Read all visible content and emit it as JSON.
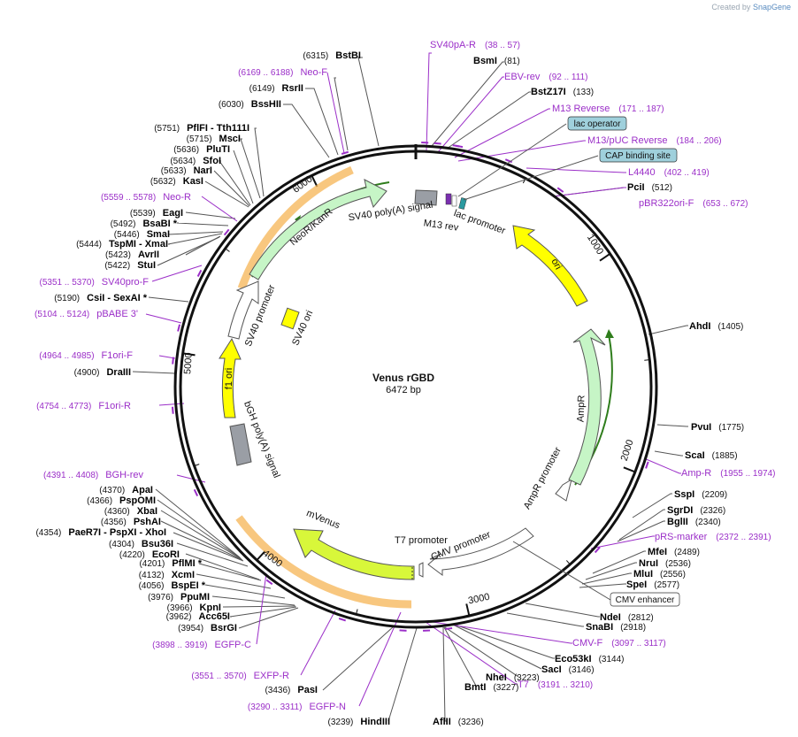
{
  "credit": {
    "prefix": "Created by",
    "brand": "SnapGene"
  },
  "map": {
    "name": "Venus rGBD",
    "length_label": "6472 bp",
    "length": 6472
  },
  "ticks": [
    "1000",
    "2000",
    "3000",
    "4000",
    "5000",
    "6000"
  ],
  "sites": [
    {
      "name": "BstBI",
      "pos": "(6315)",
      "side": "left",
      "num_first": true
    },
    {
      "name": "BsmI",
      "pos": "(81)",
      "side": "right"
    },
    {
      "name": "BstZ17I",
      "pos": "(133)",
      "side": "right"
    },
    {
      "name": "RsrII",
      "pos": "(6149)",
      "side": "left",
      "num_first": true
    },
    {
      "name": "BssHII",
      "pos": "(6030)",
      "side": "left",
      "num_first": true
    },
    {
      "name": "PflFI - Tth111I",
      "pos": "(5751)",
      "side": "left",
      "num_first": true
    },
    {
      "name": "MscI",
      "pos": "(5715)",
      "side": "left",
      "num_first": true
    },
    {
      "name": "PluTI",
      "pos": "(5636)",
      "side": "left",
      "num_first": true
    },
    {
      "name": "SfoI",
      "pos": "(5634)",
      "side": "left",
      "num_first": true
    },
    {
      "name": "NarI",
      "pos": "(5633)",
      "side": "left",
      "num_first": true
    },
    {
      "name": "KasI",
      "pos": "(5632)",
      "side": "left",
      "num_first": true
    },
    {
      "name": "EagI",
      "pos": "(5539)",
      "side": "left",
      "num_first": true
    },
    {
      "name": "BsaBI *",
      "pos": "(5492)",
      "side": "left",
      "num_first": true
    },
    {
      "name": "SmaI",
      "pos": "(5446)",
      "side": "left",
      "num_first": true
    },
    {
      "name": "TspMI - XmaI",
      "pos": "(5444)",
      "side": "left",
      "num_first": true
    },
    {
      "name": "AvrII",
      "pos": "(5423)",
      "side": "left",
      "num_first": true
    },
    {
      "name": "StuI",
      "pos": "(5422)",
      "side": "left",
      "num_first": true
    },
    {
      "name": "CsiI - SexAI *",
      "pos": "(5190)",
      "side": "left",
      "num_first": true
    },
    {
      "name": "DraIII",
      "pos": "(4900)",
      "side": "left",
      "num_first": true
    },
    {
      "name": "PciI",
      "pos": "(512)",
      "side": "right"
    },
    {
      "name": "AhdI",
      "pos": "(1405)",
      "side": "right"
    },
    {
      "name": "PvuI",
      "pos": "(1775)",
      "side": "right"
    },
    {
      "name": "ScaI",
      "pos": "(1885)",
      "side": "right"
    },
    {
      "name": "SspI",
      "pos": "(2209)",
      "side": "right"
    },
    {
      "name": "SgrDI",
      "pos": "(2326)",
      "side": "right"
    },
    {
      "name": "BglII",
      "pos": "(2340)",
      "side": "right"
    },
    {
      "name": "MfeI",
      "pos": "(2489)",
      "side": "right"
    },
    {
      "name": "NruI",
      "pos": "(2536)",
      "side": "right"
    },
    {
      "name": "MluI",
      "pos": "(2556)",
      "side": "right"
    },
    {
      "name": "SpeI",
      "pos": "(2577)",
      "side": "right"
    },
    {
      "name": "NdeI",
      "pos": "(2812)",
      "side": "right"
    },
    {
      "name": "SnaBI",
      "pos": "(2918)",
      "side": "right"
    },
    {
      "name": "Eco53kI",
      "pos": "(3144)",
      "side": "right"
    },
    {
      "name": "SacI",
      "pos": "(3146)",
      "side": "right"
    },
    {
      "name": "NheI",
      "pos": "(3223)",
      "side": "right"
    },
    {
      "name": "BmtI",
      "pos": "(3227)",
      "side": "right"
    },
    {
      "name": "AflII",
      "pos": "(3236)",
      "side": "right"
    },
    {
      "name": "HindIII",
      "pos": "(3239)",
      "side": "left",
      "num_first": true
    },
    {
      "name": "PasI",
      "pos": "(3436)",
      "side": "left",
      "num_first": true
    },
    {
      "name": "BsrGI",
      "pos": "(3954)",
      "side": "left",
      "num_first": true
    },
    {
      "name": "Acc65I",
      "pos": "(3962)",
      "side": "left",
      "num_first": true
    },
    {
      "name": "KpnI",
      "pos": "(3966)",
      "side": "left",
      "num_first": true
    },
    {
      "name": "PpuMI",
      "pos": "(3976)",
      "side": "left",
      "num_first": true
    },
    {
      "name": "BspEI *",
      "pos": "(4056)",
      "side": "left",
      "num_first": true
    },
    {
      "name": "XcmI",
      "pos": "(4132)",
      "side": "left",
      "num_first": true
    },
    {
      "name": "PflMI *",
      "pos": "(4201)",
      "side": "left",
      "num_first": true
    },
    {
      "name": "EcoRI",
      "pos": "(4220)",
      "side": "left",
      "num_first": true
    },
    {
      "name": "Bsu36I",
      "pos": "(4304)",
      "side": "left",
      "num_first": true
    },
    {
      "name": "PaeR7I - PspXI - XhoI",
      "pos": "(4354)",
      "side": "left",
      "num_first": true
    },
    {
      "name": "PshAI",
      "pos": "(4356)",
      "side": "left",
      "num_first": true
    },
    {
      "name": "XbaI",
      "pos": "(4360)",
      "side": "left",
      "num_first": true
    },
    {
      "name": "PspOMI",
      "pos": "(4366)",
      "side": "left",
      "num_first": true
    },
    {
      "name": "ApaI",
      "pos": "(4370)",
      "side": "left",
      "num_first": true
    }
  ],
  "primers": [
    {
      "name": "SV40pA-R",
      "range": "(38 .. 57)"
    },
    {
      "name": "EBV-rev",
      "range": "(92 .. 111)"
    },
    {
      "name": "M13 Reverse",
      "range": "(171 .. 187)"
    },
    {
      "name": "M13/pUC Reverse",
      "range": "(184 .. 206)"
    },
    {
      "name": "L4440",
      "range": "(402 .. 419)"
    },
    {
      "name": "pBR322ori-F",
      "range": "(653 .. 672)"
    },
    {
      "name": "Amp-R",
      "range": "(1955 .. 1974)"
    },
    {
      "name": "pRS-marker",
      "range": "(2372 .. 2391)"
    },
    {
      "name": "CMV-F",
      "range": "(3097 .. 3117)"
    },
    {
      "name": "T7",
      "range": "(3191 .. 3210)"
    },
    {
      "name": "EGFP-N",
      "range": "(3290 .. 3311)"
    },
    {
      "name": "EXFP-R",
      "range": "(3551 .. 3570)"
    },
    {
      "name": "EGFP-C",
      "range": "(3898 .. 3919)"
    },
    {
      "name": "BGH-rev",
      "range": "(4391 .. 4408)"
    },
    {
      "name": "F1ori-R",
      "range": "(4754 .. 4773)"
    },
    {
      "name": "F1ori-F",
      "range": "(4964 .. 4985)"
    },
    {
      "name": "pBABE 3'",
      "range": "(5104 .. 5124)"
    },
    {
      "name": "SV40pro-F",
      "range": "(5351 .. 5370)"
    },
    {
      "name": "Neo-R",
      "range": "(5559 .. 5578)"
    },
    {
      "name": "Neo-F",
      "range": "(6169 .. 6188)"
    }
  ],
  "boxed_labels": [
    "lac operator",
    "CAP binding site",
    "CMV enhancer"
  ],
  "features": [
    "ori",
    "AmpR",
    "AmpR promoter",
    "CMV promoter",
    "T7 promoter",
    "mVenus",
    "bGH poly(A) signal",
    "f1 ori",
    "SV40 promoter",
    "SV40 ori",
    "NeoR/KanR",
    "SV40 poly(A) signal",
    "M13 rev",
    "lac promoter"
  ],
  "colors": {
    "primer": "#9b2fc8",
    "ring": "#111111",
    "ori": "#ffff00",
    "marker": "#c6f5c6",
    "mvenus": "#d8f73a",
    "polyA": "#9a9ea5",
    "highlight": "#f5b454",
    "green_line": "#2f7d1c",
    "operator_box": "#9fd0dc"
  }
}
